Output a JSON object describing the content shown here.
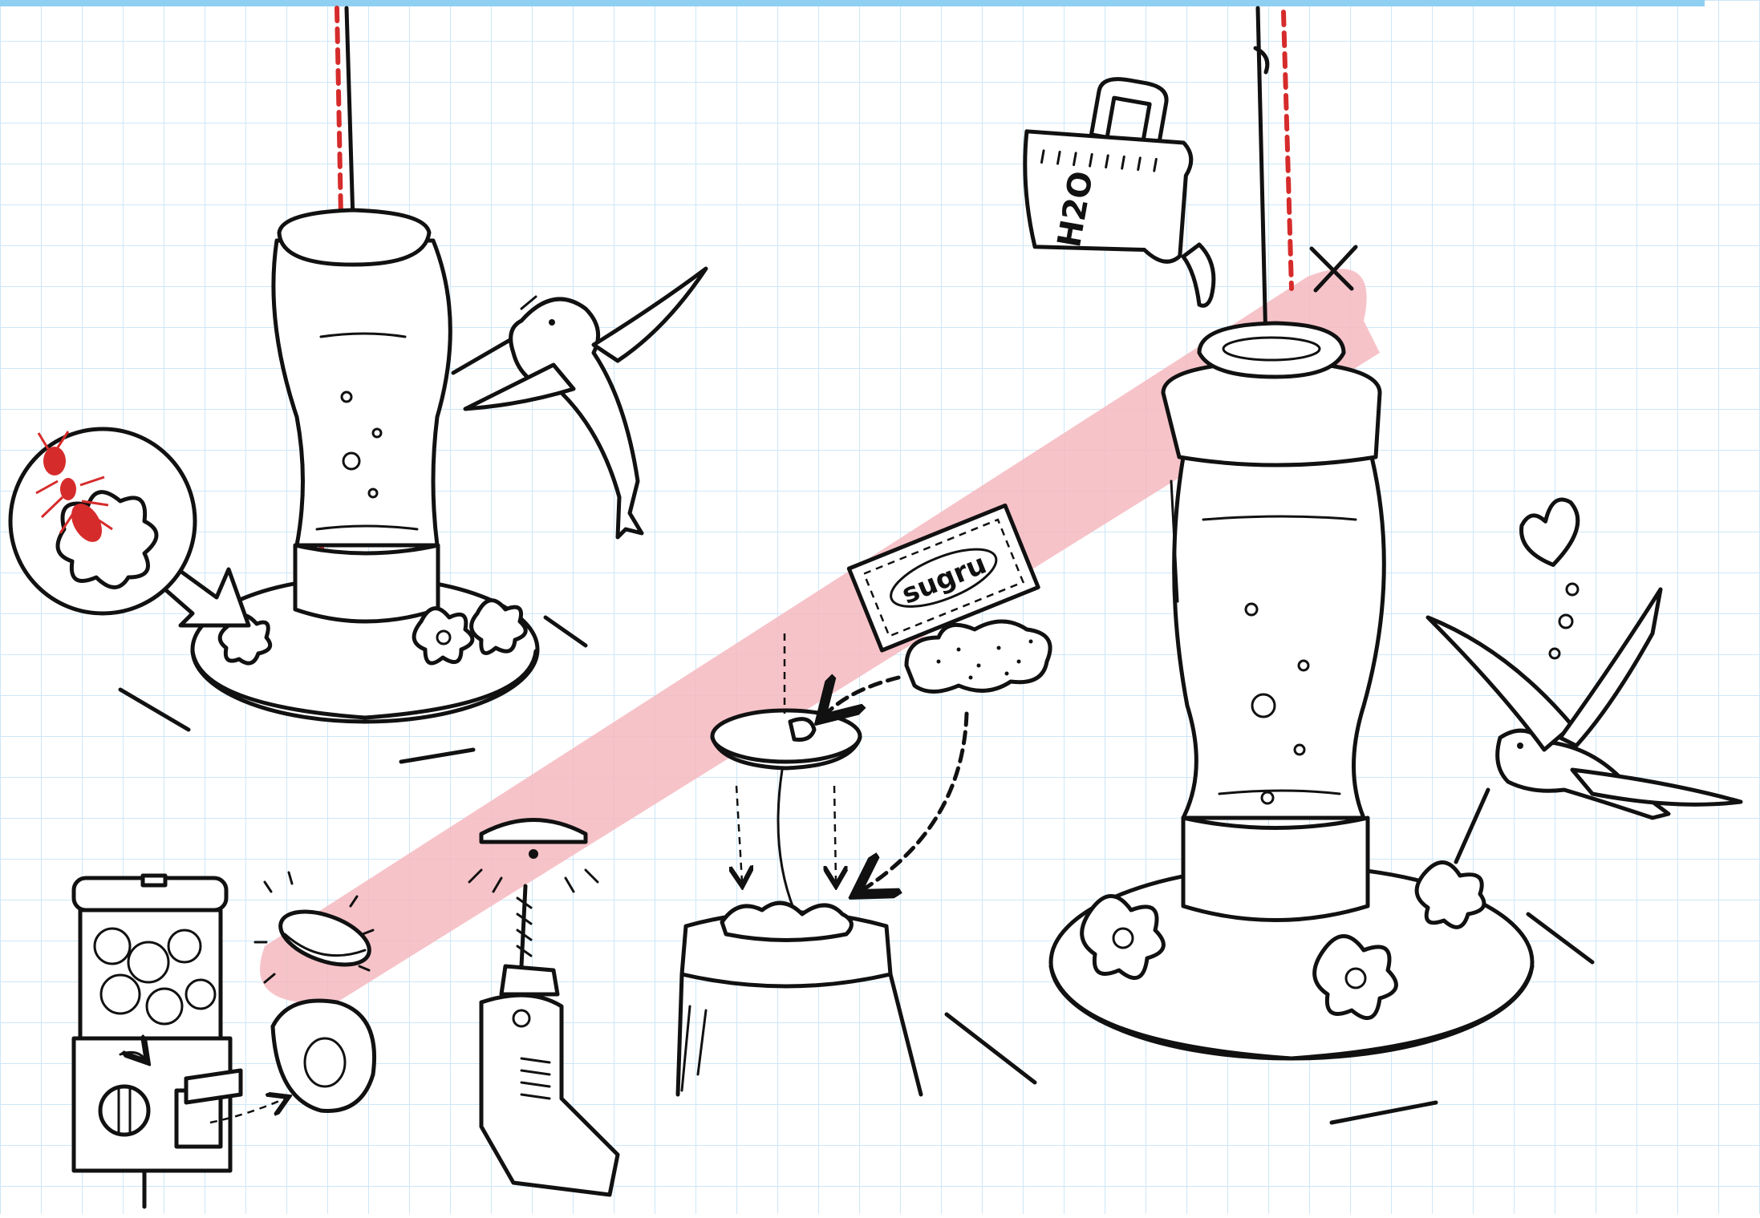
{
  "colors": {
    "grid": "#cde7f7",
    "top_bar": "#8fd0f2",
    "highlight": "#f4b9c0",
    "ink": "#111111",
    "bug": "#d62b2b",
    "dashed_path": "#d62b2b"
  },
  "icons": [
    "hanging-feeder",
    "hummingbird",
    "ant-icon",
    "flower-icon",
    "gumball-machine",
    "capsule-icon",
    "drill-icon",
    "sugru-packet",
    "moldable-glue",
    "water-jug",
    "heart-icon",
    "x-mark"
  ],
  "labels": {
    "packet": "sugru",
    "jug": "H2O",
    "jug_num": "2"
  }
}
